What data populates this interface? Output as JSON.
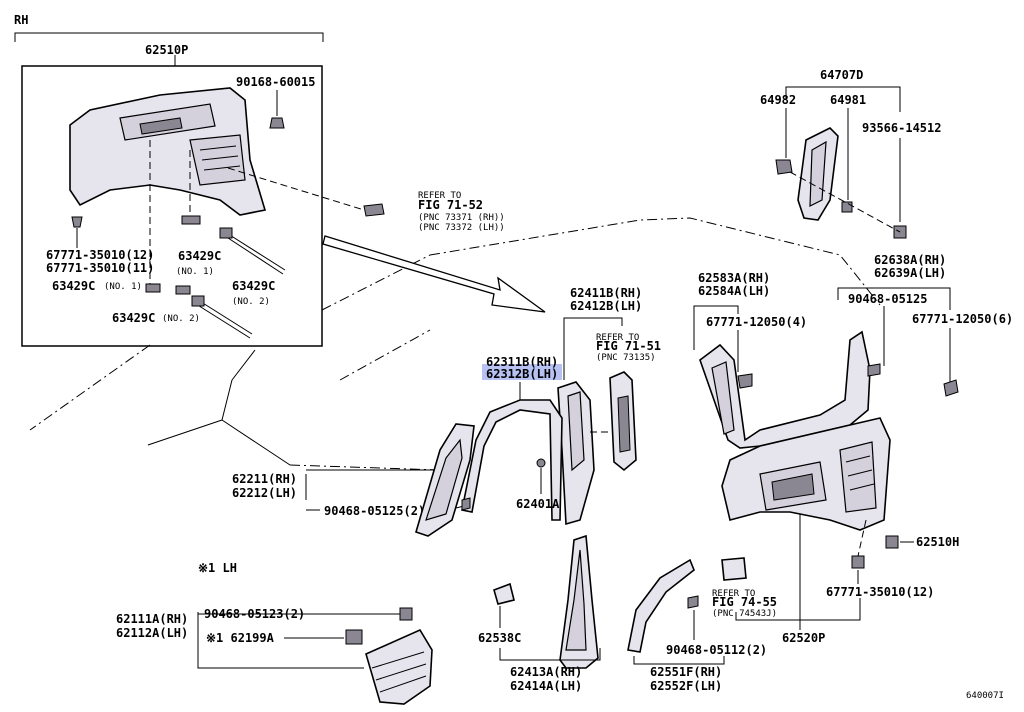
{
  "header": {
    "side": "RH"
  },
  "labels": {
    "p62510P": "62510P",
    "p90168": "90168-60015",
    "p67771a": "67771-35010(12)",
    "p67771b": "67771-35010(11)",
    "p63429c1": "63429C",
    "p63429c1n": "(NO. 1)",
    "p63429c2": "63429C",
    "p63429c2n": "(NO. 2)",
    "p63429c3": "63429C",
    "p63429c3n": "(NO. 1)",
    "p63429c4": "63429C",
    "p63429c4n": "(NO. 2)",
    "refer7152_1": "REFER TO",
    "refer7152_2": "FIG 71-52",
    "refer7152_3": "(PNC 73371 (RH))",
    "refer7152_4": "(PNC 73372 (LH))",
    "p64707D": "64707D",
    "p64982": "64982",
    "p64981": "64981",
    "p93566": "93566-14512",
    "p62638A": "62638A(RH)",
    "p62639A": "62639A(LH)",
    "p62583A": "62583A(RH)",
    "p62584A": "62584A(LH)",
    "p90468_05125b": "90468-05125",
    "p67771_4": "67771-12050(4)",
    "p67771_6": "67771-12050(6)",
    "p62411B": "62411B(RH)",
    "p62412B": "62412B(LH)",
    "refer7151_1": "REFER TO",
    "refer7151_2": "FIG 71-51",
    "refer7151_3": "(PNC 73135)",
    "p62311B": "62311B(RH)",
    "p62312B": "62312B(LH)",
    "p62211": "62211(RH)",
    "p62212": "62212(LH)",
    "p90468_05125": "90468-05125(2)",
    "p62401A": "62401A",
    "note1": "※1 LH",
    "p62111A": "62111A(RH)",
    "p62112A": "62112A(LH)",
    "p90468_05123": "90468-05123(2)",
    "p62199A": "※1 62199A",
    "p62538C": "62538C",
    "p62413A": "62413A(RH)",
    "p62414A": "62414A(LH)",
    "p90468_05112": "90468-05112(2)",
    "p62551F": "62551F(RH)",
    "p62552F": "62552F(LH)",
    "refer7455_1": "REFER TO",
    "refer7455_2": "FIG 74-55",
    "refer7455_3": "(PNC 74543J)",
    "p62520P": "62520P",
    "p62510H": "62510H",
    "p67771_35010": "67771-35010(12)",
    "figcode": "640007I"
  },
  "colors": {
    "highlight": "#aab6f0",
    "part_fill": "#e6e4ec",
    "line": "#000000"
  }
}
